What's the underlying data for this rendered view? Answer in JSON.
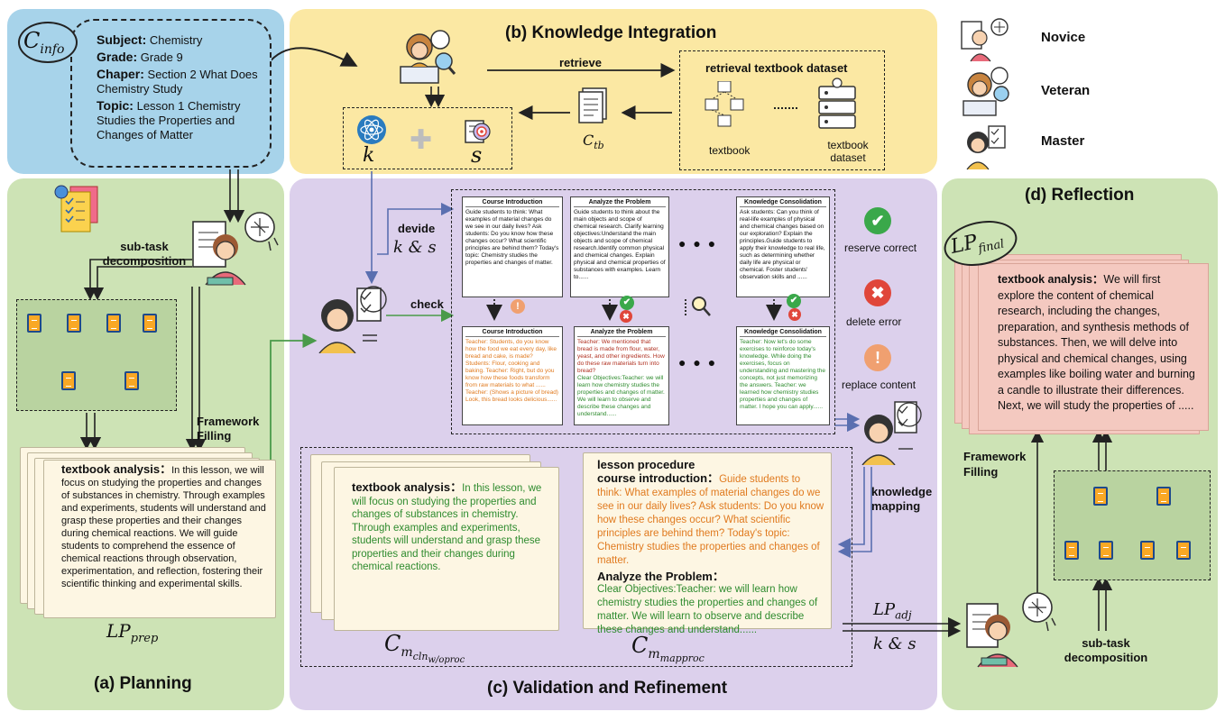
{
  "colors": {
    "info_bg": "#a7d3ea",
    "knowledge_bg": "#fbe8a3",
    "planning_bg": "#cde3b5",
    "validation_bg": "#dcd0ec",
    "reflection_bg": "#cde3b5",
    "green_text": "#2e8b2e",
    "orange_text": "#e07a1f",
    "doc_bg": "#fdf6e3",
    "final_doc_bg": "#f4c9c0"
  },
  "info": {
    "label_main": "C",
    "label_sub": "info",
    "subject_key": "Subject:",
    "subject_val": "Chemistry",
    "grade_key": "Grade:",
    "grade_val": "Grade 9",
    "chapter_key": "Chaper:",
    "chapter_val": "Section 2 What Does Chemistry Study",
    "topic_key": "Topic:",
    "topic_val": "Lesson 1 Chemistry Studies the Properties and Changes of Matter"
  },
  "knowledge": {
    "title": "(b)  Knowledge Integration",
    "retrieve": "retrieve",
    "dataset_title": "retrieval textbook dataset",
    "textbook": "textbook",
    "textbook_dataset": "textbook dataset",
    "ctb_main": "C",
    "ctb_sub": "tb",
    "k": "k",
    "s": "s"
  },
  "legend": {
    "novice": "Novice",
    "veteran": "Veteran",
    "master": "Master"
  },
  "planning": {
    "title": "(a)  Planning",
    "subtask": "sub-task decomposition",
    "framework": "Framework Filling",
    "doc_key": "textbook analysis：",
    "doc_text": "In this lesson, we will focus on studying the properties and changes of substances in chemistry. Through examples and experiments, students will understand and grasp these properties and their changes during chemical reactions. We will guide students to comprehend the essence of chemical reactions through observation, experimentation, and reflection, fostering their scientific thinking and experimental skills.",
    "lp_main": "LP",
    "lp_sub": "prep"
  },
  "validation": {
    "title": "(c)  Validation and Refinement",
    "devide": "devide",
    "ks": "k & s",
    "check": "check",
    "reserve": "reserve correct",
    "delete": "delete error",
    "replace": "replace content",
    "knowledge_mapping": "knowledge mapping",
    "top_cards": [
      {
        "head": "Course Introduction",
        "body": "Guide students to think: What examples of material changes do we see in our daily lives? Ask students: Do you know how these changes occur? What scientific principles are behind them? Today's topic: Chemistry studies the properties and changes of matter."
      },
      {
        "head": "Analyze the Problem",
        "body": "Guide students to think about the main objects and scope of chemical research. Clarify learning objectives:Understand the main objects and scope of chemical research.Identify common physical and chemical changes. Explain physical and chemical properties of substances with examples. Learn to......"
      },
      {
        "head": "Knowledge Consolidation",
        "body": "Ask students: Can you think of real-life examples of physical and chemical changes based on our exploration? Explain the principles.Guide students to apply their knowledge to real life, such as determining whether daily life are physical or chemical. Foster students' observation skills and ......"
      }
    ],
    "bottom_cards": [
      {
        "head": "Course Introduction",
        "body": "Teacher: Students, do you know how the food we eat every day, like bread and cake, is made? Students: Flour, cooking and baking. Teacher: Right, but do you know how these foods transform from raw materials to what ...... Teacher: (Shows a picture of bread) Look, this bread looks delicious......"
      },
      {
        "head": "Analyze the Problem",
        "body_a": "Teacher: We mentioned that bread is made from flour, water, yeast, and other ingredients. How do these raw materials turn into bread?",
        "body_b": "Clear Objectives:Teacher: we will learn how chemistry studies the properties and changes of matter. We will learn to observe and describe these changes and understand......"
      },
      {
        "head": "Knowledge Consolidation",
        "body": "Teacher: Now let's do some exercises to reinforce today's knowledge. While doing the exercises, focus on understanding and mastering the concepts, not just memorizing the answers. Teacher: we learned how chemistry studies properties and changes of matter. I hope you can apply......"
      }
    ],
    "cln_key": "textbook analysis：",
    "cln_text": "In this lesson, we will focus on studying the properties and changes of substances in chemistry. Through examples and experiments, students will understand and grasp these properties and their changes during chemical reactions.",
    "proc_title": "lesson procedure",
    "course_key": "course introduction：",
    "course_text": "Guide students to think: What examples of material changes do we see in our daily lives? Ask students: Do you know how these changes occur? What scientific principles are behind them? Today's topic: Chemistry studies the properties and changes of matter.",
    "analyze_key": "Analyze the Problem：",
    "analyze_text": "Clear Objectives:Teacher: we will learn how chemistry studies the properties and changes of matter. We will learn to observe and describe these changes and understand......",
    "cm_main": "C",
    "cm_sub_cln": "m",
    "cm_subsub_cln": "cln",
    "cm_subsubsub_cln": "w/oproc",
    "cm_sub_map": "m",
    "cm_subsub_map": "mapproc",
    "lpadj_main": "LP",
    "lpadj_sub": "adj",
    "ks2": "k & s"
  },
  "reflection": {
    "title": "(d)  Reflection",
    "lpfinal_main": "LP",
    "lpfinal_sub": "final",
    "doc_key": "textbook analysis：",
    "doc_text": "We will first explore the content of chemical research, including the changes, preparation, and synthesis methods of substances. Then, we will delve into physical and chemical changes, using examples like boiling water and burning a candle to illustrate their differences. Next, we will study the properties of .....",
    "framework": "Framework Filling",
    "subtask": "sub-task decomposition"
  },
  "icons": {
    "check": "✔",
    "cross": "✖",
    "excl": "!",
    "plus": "✚",
    "dots": "● ● ●"
  }
}
